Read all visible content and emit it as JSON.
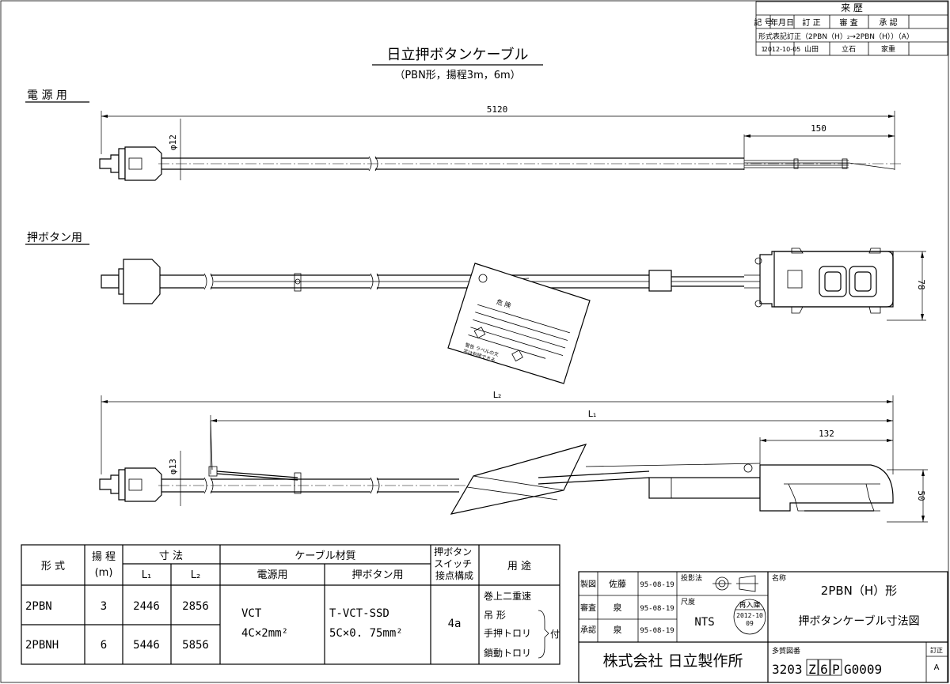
{
  "title": {
    "main": "日立押ボタンケーブル",
    "sub": "（PBN形，揚程3m，6m）"
  },
  "sections": {
    "power": "電 源 用",
    "pushbutton": "押ボタン用"
  },
  "dimensions": {
    "power_total": "5120",
    "power_strip": "150",
    "power_dia": "φ12",
    "pb_height": "78",
    "l2": "L₂",
    "l1": "L₁",
    "pb2_end": "132",
    "pb2_dia": "φ13",
    "pb2_height": "50"
  },
  "tag": {
    "heading": "危 険",
    "line_a": "警告 ラベルの文",
    "line_b": "字は判読できる"
  },
  "revision": {
    "header": "来 歴",
    "columns": [
      "記 号",
      "年月日",
      "訂 正",
      "審 査",
      "承 認"
    ],
    "row1": "形式表記訂正（2PBN（H）₂→2PBN（H））（A）",
    "row2": [
      "1",
      "2012-10-05",
      "山田",
      "立石",
      "家重"
    ]
  },
  "spec_table": {
    "headers": {
      "model": "形 式",
      "lift": "揚 程",
      "lift_unit": "(m)",
      "dims": "寸 法",
      "l1": "L₁",
      "l2": "L₂",
      "cable": "ケーブル材質",
      "cable_power": "電源用",
      "cable_pb": "押ボタン用",
      "switch": "押ボタン\nスイッチ\n接点構成",
      "usage": "用 途"
    },
    "rows": [
      {
        "model": "2PBN",
        "lift": "3",
        "l1": "2446",
        "l2": "2856"
      },
      {
        "model": "2PBNH",
        "lift": "6",
        "l1": "5446",
        "l2": "5856"
      }
    ],
    "cable_power_1": "VCT",
    "cable_power_2": "4C×2mm²",
    "cable_pb_1": "T-VCT-SSD",
    "cable_pb_2": "5C×0. 75mm²",
    "switch_value": "4a",
    "usage_items": [
      "巻上二重速",
      "吊 形",
      "手押トロリ",
      "鎖動トロリ"
    ],
    "usage_suffix": "付"
  },
  "titleblock": {
    "seisaku": "製図",
    "shinsa": "審査",
    "shonin": "承認",
    "names": [
      "佐藤",
      "泉",
      "泉"
    ],
    "dates": [
      "95-08-19",
      "95-08-19",
      "95-08-19"
    ],
    "projection": "投影法",
    "scale_label": "尺度",
    "scale": "NTS",
    "reentry": "再入庫",
    "reentry_date": "2012-10\n09",
    "name_label": "名称",
    "name1": "2PBN（H）形",
    "name2": "押ボタンケーブル寸法図",
    "company": "株式会社 日立製作所",
    "drawing_no_label": "多賀図番",
    "drawing_no_a": "3203",
    "drawing_no_b": "Z",
    "drawing_no_c": "6",
    "drawing_no_d": "P",
    "drawing_no_e": "G0009",
    "revision_label": "訂正",
    "revision_mark": "A"
  }
}
